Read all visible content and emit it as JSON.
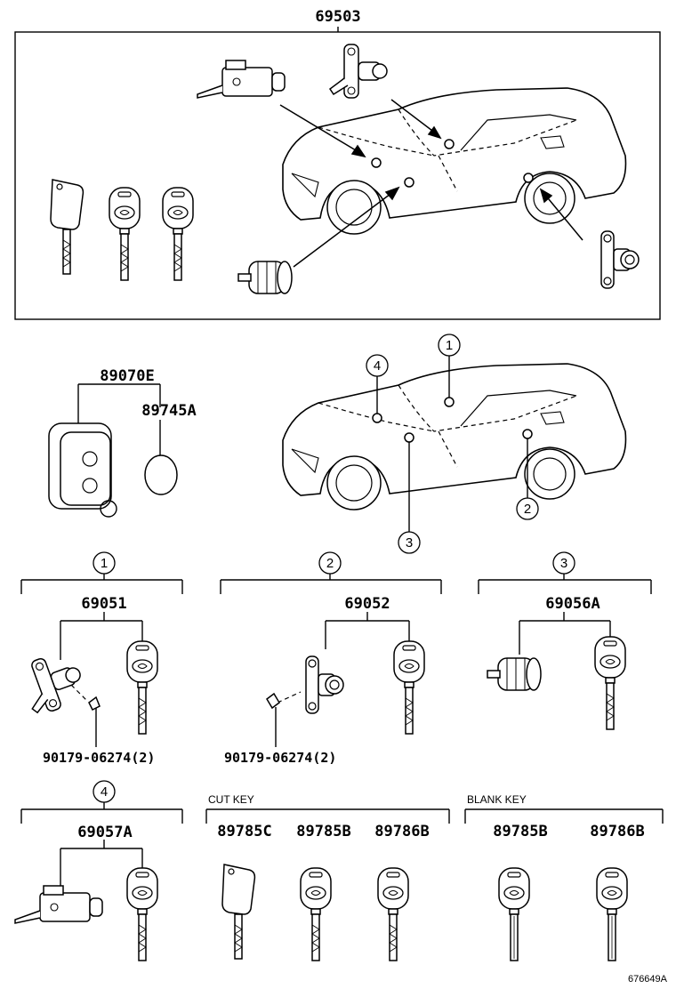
{
  "top": {
    "part_number": "69503"
  },
  "middle": {
    "remote_part": "89070E",
    "battery_part": "89745A",
    "callouts": [
      "1",
      "2",
      "3",
      "4"
    ]
  },
  "groups": [
    {
      "index": "1",
      "part": "69051",
      "sub": "90179-06274(2)"
    },
    {
      "index": "2",
      "part": "69052",
      "sub": "90179-06274(2)"
    },
    {
      "index": "3",
      "part": "69056A"
    },
    {
      "index": "4",
      "part": "69057A"
    }
  ],
  "cut_key": {
    "label": "CUT KEY",
    "parts": [
      "89785C",
      "89785B",
      "89786B"
    ]
  },
  "blank_key": {
    "label": "BLANK KEY",
    "parts": [
      "89785B",
      "89786B"
    ]
  },
  "diagram_ref": "676649A"
}
